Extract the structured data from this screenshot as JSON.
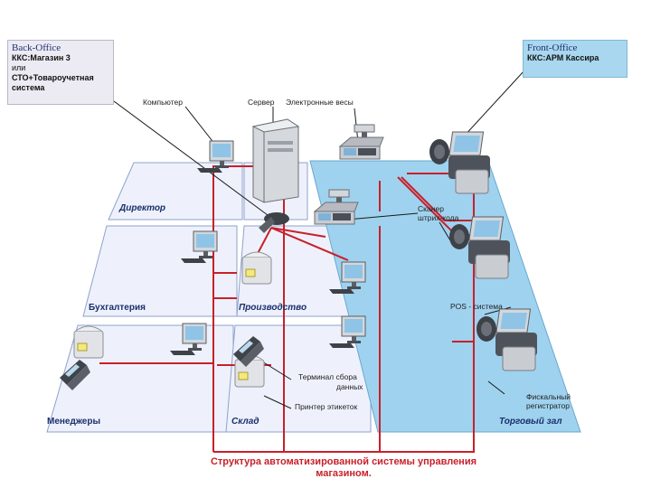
{
  "back_office": {
    "title": "Back-Office",
    "line1": "ККС:Магазин 3",
    "line2": "или",
    "line3": "СТО+Товароучетная",
    "line4": "система"
  },
  "front_office": {
    "title": "Front-Office",
    "line1": "ККС:АРМ Кассира"
  },
  "labels": {
    "computer": "Компьютер",
    "server": "Сервер",
    "scales": "Электронные весы",
    "scanner_1": "Сканер",
    "scanner_2": "штрих-кода",
    "pos": "POS - система",
    "fiscal_1": "Фискальный",
    "fiscal_2": "регистратор",
    "terminal_1": "Терминал сбора",
    "terminal_2": "данных",
    "label_printer": "Принтер этикеток"
  },
  "zones": {
    "director": "Директор",
    "accounting": "Бухгалтерия",
    "production": "Производство",
    "managers": "Менеджеры",
    "warehouse": "Склад",
    "sales_floor": "Торговый зал"
  },
  "caption": {
    "line1": "Структура автоматизированной системы управления",
    "line2": "магазином."
  },
  "colors": {
    "network": "#c8202a",
    "zone_fill": "#eef1fb",
    "zone_border": "#8ea2cc",
    "floor_fill": "#9fd2ee",
    "floor_border": "#6aa7cf",
    "device_light": "#d9dde2",
    "device_dark": "#4a4f57",
    "screen": "#8fc4e6"
  }
}
